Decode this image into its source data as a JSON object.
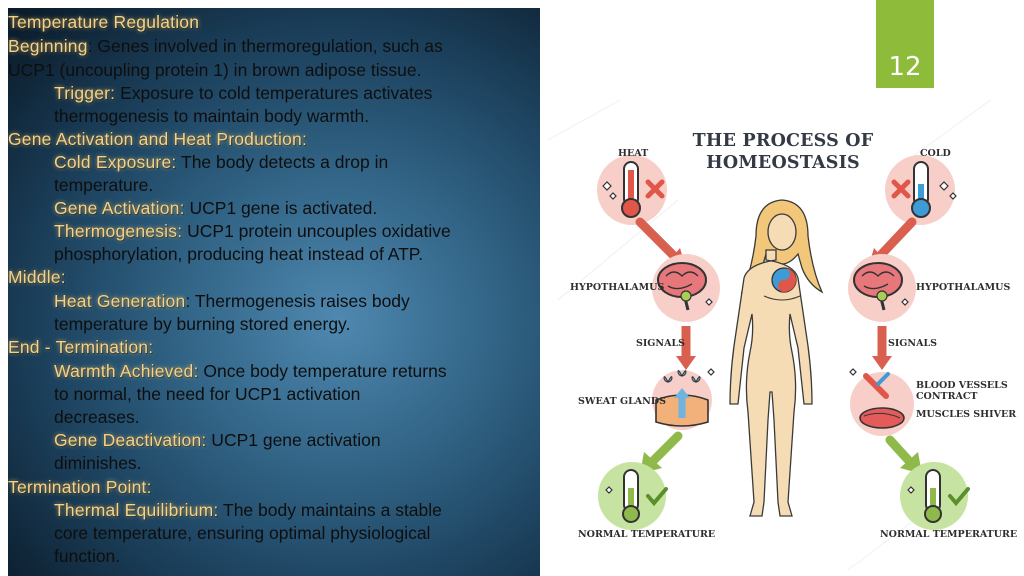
{
  "slide": {
    "number": "12"
  },
  "lines": [
    {
      "h": "Temperature Regulation",
      "t": ""
    },
    {
      "h": "Beginning",
      "t": ": Genes involved in thermoregulation, such as"
    },
    {
      "h": "",
      "t": "UCP1 (uncoupling protein 1) in brown adipose tissue."
    },
    {
      "h": "Trigger:",
      "t": " Exposure to cold temperatures activates"
    },
    {
      "h": "",
      "t": "thermogenesis to maintain body warmth."
    },
    {
      "h": "Gene Activation and Heat Production:",
      "t": ""
    },
    {
      "h": "Cold Exposure:",
      "t": " The body detects a drop in"
    },
    {
      "h": "",
      "t": "temperature."
    },
    {
      "h": "Gene Activation:",
      "t": " UCP1 gene is activated."
    },
    {
      "h": "Thermogenesis:",
      "t": " UCP1 protein uncouples oxidative"
    },
    {
      "h": "",
      "t": "phosphorylation, producing heat instead of ATP."
    },
    {
      "h": "Middle:",
      "t": ""
    },
    {
      "h": "Heat Generation",
      "t": ": Thermogenesis raises body"
    },
    {
      "h": "",
      "t": "temperature by burning stored energy."
    },
    {
      "h": "End - Termination:",
      "t": ""
    },
    {
      "h": "Warmth Achieved:",
      "t": " Once body temperature returns"
    },
    {
      "h": "",
      "t": "to normal, the need for UCP1 activation"
    },
    {
      "h": "",
      "t": "decreases."
    },
    {
      "h": "Gene Deactivation:",
      "t": " UCP1 gene activation"
    },
    {
      "h": "",
      "t": "diminishes."
    },
    {
      "h": "Termination Point:",
      "t": ""
    },
    {
      "h": "Thermal Equilibrium:",
      "t": " The body maintains a stable"
    },
    {
      "h": "",
      "t": "core temperature, ensuring optimal physiological"
    },
    {
      "h": "",
      "t": "function."
    }
  ],
  "figure": {
    "title_line1": "THE PROCESS OF",
    "title_line2": "HOMEOSTASIS",
    "labels": {
      "heat": "HEAT",
      "cold": "COLD",
      "hypothalamus_left": "HYPOTHALAMUS",
      "hypothalamus_right": "HYPOTHALAMUS",
      "signals_left": "SIGNALS",
      "signals_right": "SIGNALS",
      "sweat_glands": "SWEAT GLANDS",
      "blood_vessels_1": "BLOOD VESSELS",
      "blood_vessels_2": "CONTRACT",
      "muscles_shiver": "MUSCLES SHIVER",
      "normal_left": "NORMAL TEMPERATURE",
      "normal_right": "NORMAL TEMPERATURE"
    }
  },
  "colors": {
    "accent_tab": "#8ebc3a",
    "highlight_text": "#f1d28e",
    "arrow_red": "#d9604f",
    "arrow_green": "#8fb94a",
    "skin": "#f6dcb4",
    "hair": "#f2c77a"
  }
}
